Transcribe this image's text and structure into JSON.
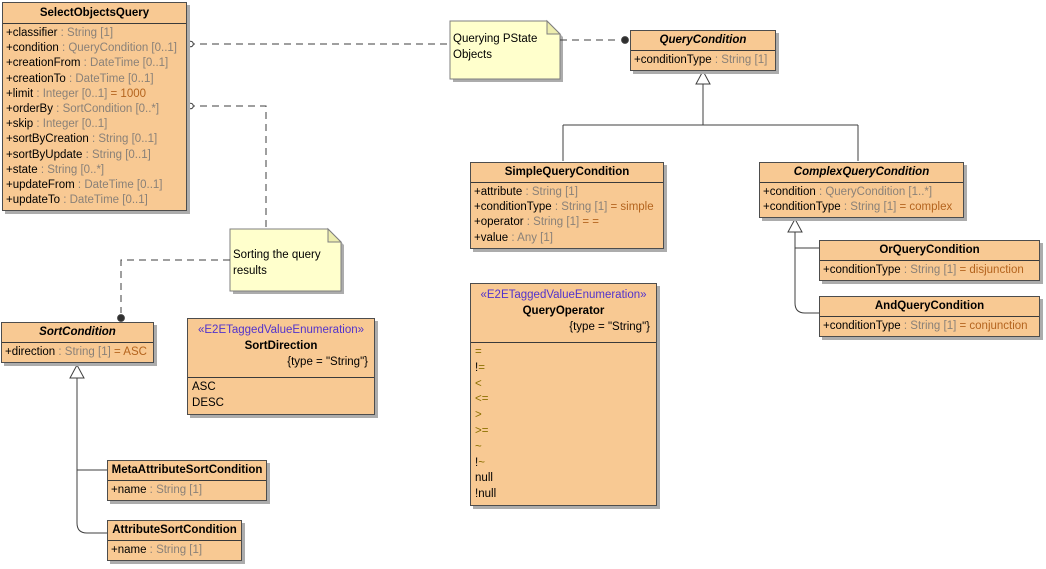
{
  "colors": {
    "class_fill": "#F8C993",
    "class_border": "#4D4D4D",
    "note_fill": "#FFFFCC",
    "note_fold": "#EDEDAE",
    "note_border": "#7F7F7F",
    "shadow": "#ACACAC",
    "line": "#3F3F3F",
    "attribute_type_text": "#8A8178",
    "default_value_text": "#B4641E",
    "stereotype_text": "#5233CC",
    "operator_symbol_text": "#8B7000"
  },
  "classes": {
    "selectObjectsQuery": {
      "name": "SelectObjectsQuery",
      "attributes": [
        {
          "name": "+classifier",
          "type": " : String [1]",
          "default": ""
        },
        {
          "name": "+condition",
          "type": " : QueryCondition [0..1]",
          "default": ""
        },
        {
          "name": "+creationFrom",
          "type": " : DateTime [0..1]",
          "default": ""
        },
        {
          "name": "+creationTo",
          "type": " : DateTime [0..1]",
          "default": ""
        },
        {
          "name": "+limit",
          "type": " : Integer [0..1]",
          "default": " = 1000"
        },
        {
          "name": "+orderBy",
          "type": " : SortCondition [0..*]",
          "default": ""
        },
        {
          "name": "+skip",
          "type": " : Integer [0..1]",
          "default": ""
        },
        {
          "name": "+sortByCreation",
          "type": " : String [0..1]",
          "default": ""
        },
        {
          "name": "+sortByUpdate",
          "type": " : String [0..1]",
          "default": ""
        },
        {
          "name": "+state",
          "type": " : String [0..*]",
          "default": ""
        },
        {
          "name": "+updateFrom",
          "type": " : DateTime [0..1]",
          "default": ""
        },
        {
          "name": "+updateTo",
          "type": " : DateTime [0..1]",
          "default": ""
        }
      ]
    },
    "queryCondition": {
      "name": "QueryCondition",
      "attributes": [
        {
          "name": "+conditionType",
          "type": " : String [1]",
          "default": ""
        }
      ]
    },
    "simpleQueryCondition": {
      "name": "SimpleQueryCondition",
      "attributes": [
        {
          "name": "+attribute",
          "type": " : String [1]",
          "default": ""
        },
        {
          "name": "+conditionType",
          "type": " : String [1]",
          "default": " = simple"
        },
        {
          "name": "+operator",
          "type": " : String [1]",
          "default": " = ="
        },
        {
          "name": "+value",
          "type": " : Any [1]",
          "default": ""
        }
      ]
    },
    "complexQueryCondition": {
      "name": "ComplexQueryCondition",
      "attributes": [
        {
          "name": "+condition",
          "type": " : QueryCondition [1..*]",
          "default": ""
        },
        {
          "name": "+conditionType",
          "type": " : String [1]",
          "default": " = complex"
        }
      ]
    },
    "orQueryCondition": {
      "name": "OrQueryCondition",
      "attributes": [
        {
          "name": "+conditionType",
          "type": " : String [1]",
          "default": " = disjunction"
        }
      ]
    },
    "andQueryCondition": {
      "name": "AndQueryCondition",
      "attributes": [
        {
          "name": "+conditionType",
          "type": " : String [1]",
          "default": " = conjunction"
        }
      ]
    },
    "sortCondition": {
      "name": "SortCondition",
      "attributes": [
        {
          "name": "+direction",
          "type": " : String [1]",
          "default": " = ASC"
        }
      ]
    },
    "metaAttributeSortCondition": {
      "name": "MetaAttributeSortCondition",
      "attributes": [
        {
          "name": "+name",
          "type": " : String [1]",
          "default": ""
        }
      ]
    },
    "attributeSortCondition": {
      "name": "AttributeSortCondition",
      "attributes": [
        {
          "name": "+name",
          "type": " : String [1]",
          "default": ""
        }
      ]
    }
  },
  "enums": {
    "sortDirection": {
      "stereotype": "«E2ETaggedValueEnumeration»",
      "name": "SortDirection",
      "tag": "{type = \"String\"}",
      "values": [
        "ASC",
        "DESC"
      ]
    },
    "queryOperator": {
      "stereotype": "«E2ETaggedValueEnumeration»",
      "name": "QueryOperator",
      "tag": "{type = \"String\"}",
      "values": [
        "=",
        "!=",
        "<",
        "<=",
        ">",
        ">=",
        "~",
        "!~",
        "null",
        "!null"
      ]
    }
  },
  "notes": {
    "querying": {
      "text": "Querying PState Objects"
    },
    "sorting": {
      "text": "Sorting the query results"
    }
  }
}
